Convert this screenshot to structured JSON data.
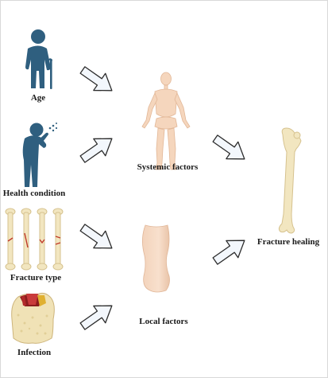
{
  "labels": {
    "age": "Age",
    "health_condition": "Health condition",
    "fracture_type": "Fracture type",
    "infection": "Infection",
    "systemic_factors": "Systemic factors",
    "local_factors": "Local factors",
    "fracture_healing": "Fracture healing"
  },
  "colors": {
    "person_icon": "#2f5f7f",
    "skin": "#f6d9c2",
    "bone": "#f2e6c0",
    "bone_outline": "#d6c28e",
    "fracture_line": "#c0392b",
    "arrow_fill": "#f3f7fc",
    "arrow_stroke": "#2b2b2b",
    "text": "#1a1a1a"
  }
}
